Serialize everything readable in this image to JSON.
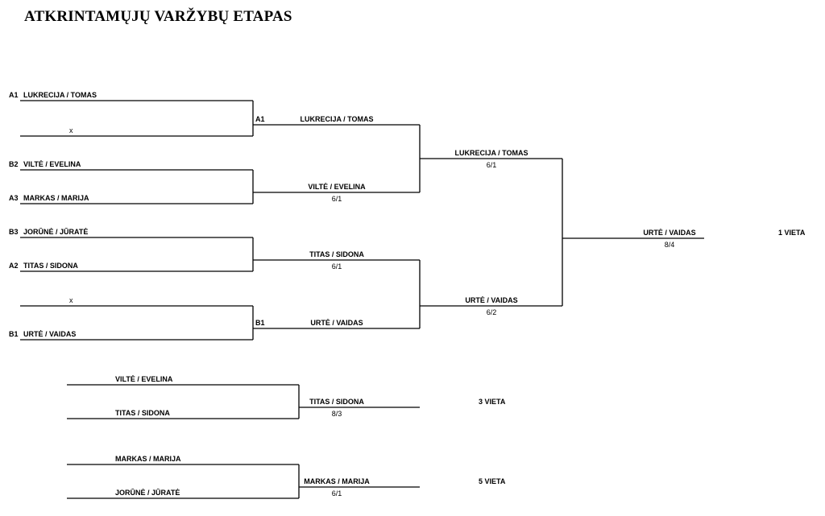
{
  "title": "ATKRINTAMŲJŲ VARŽYBŲ ETAPAS",
  "round1": [
    {
      "seed": "A1",
      "name": "LUKRECIJA / TOMAS"
    },
    {
      "seed": "",
      "name": "x"
    },
    {
      "seed": "B2",
      "name": "VILTĖ / EVELINA"
    },
    {
      "seed": "A3",
      "name": "MARKAS / MARIJA"
    },
    {
      "seed": "B3",
      "name": "JORŪNĖ / JŪRATĖ"
    },
    {
      "seed": "A2",
      "name": "TITAS / SIDONA"
    },
    {
      "seed": "",
      "name": "x"
    },
    {
      "seed": "B1",
      "name": "URTĖ / VAIDAS"
    }
  ],
  "quarterfinals": [
    {
      "seed": "A1",
      "name": "LUKRECIJA / TOMAS",
      "score": ""
    },
    {
      "seed": "",
      "name": "VILTĖ / EVELINA",
      "score": "6/1"
    },
    {
      "seed": "",
      "name": "TITAS / SIDONA",
      "score": "6/1"
    },
    {
      "seed": "B1",
      "name": "URTĖ / VAIDAS",
      "score": ""
    }
  ],
  "semifinals": [
    {
      "name": "LUKRECIJA / TOMAS",
      "score": "6/1"
    },
    {
      "name": "URTĖ / VAIDAS",
      "score": "6/2"
    }
  ],
  "final": {
    "name": "URTĖ / VAIDAS",
    "score": "8/4",
    "place": "1 VIETA"
  },
  "third_place": {
    "players": [
      "VILTĖ / EVELINA",
      "TITAS / SIDONA"
    ],
    "winner": "TITAS / SIDONA",
    "score": "8/3",
    "place": "3 VIETA"
  },
  "fifth_place": {
    "players": [
      "MARKAS / MARIJA",
      "JORŪNĖ / JŪRATĖ"
    ],
    "winner": "MARKAS / MARIJA",
    "score": "6/1",
    "place": "5 VIETA"
  }
}
